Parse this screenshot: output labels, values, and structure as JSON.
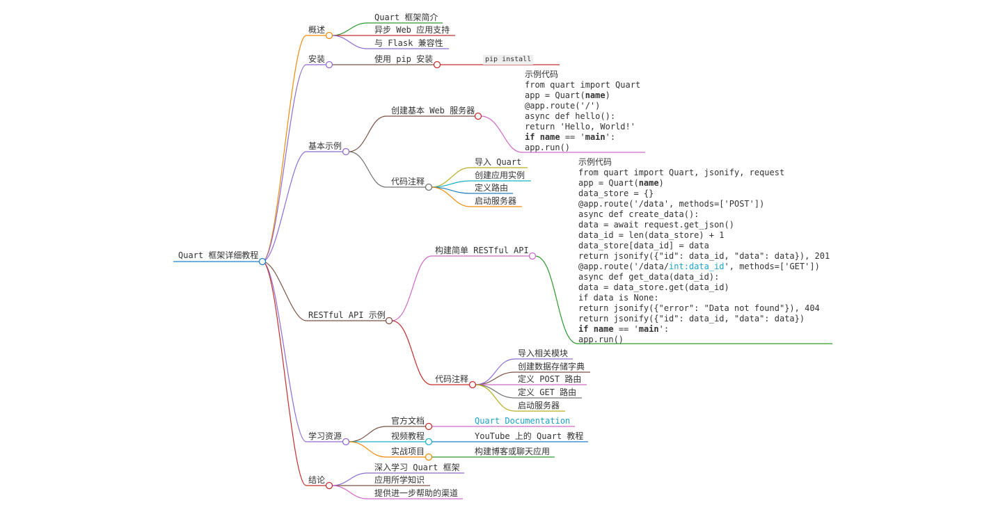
{
  "root": "Quart 框架详细教程",
  "colors": {
    "root": "#1e7fc8",
    "orange": "#f08a0b",
    "purple": "#8e6bd1",
    "brown": "#7b5243",
    "red": "#c62c2c",
    "green": "#2c9a2c",
    "pink": "#d068c8",
    "gray": "#707070",
    "olive": "#b8ad1e",
    "cyan": "#17b0c6"
  },
  "s1": {
    "title": "概述",
    "c1": "Quart 框架简介",
    "c2": "异步 Web 应用支持",
    "c3": "与 Flask 兼容性"
  },
  "s2": {
    "title": "安装",
    "c1": "使用 pip 安装",
    "c1a": "pip install"
  },
  "s3": {
    "title": "基本示例",
    "c1": "创建基本 Web 服务器",
    "code": {
      "l1": "示例代码",
      "l2": "from quart import Quart",
      "l3a": "app = Quart(",
      "l3b": "name",
      "l3c": ")",
      "l4": "@app.route('/')",
      "l5": "async def hello():",
      "l6": "return 'Hello, World!'",
      "l7a": "if ",
      "l7b": "name",
      "l7c": " == '",
      "l7d": "main",
      "l7e": "':",
      "l8": "app.run()"
    },
    "c2": "代码注释",
    "c2a": "导入 Quart",
    "c2b": "创建应用实例",
    "c2c": "定义路由",
    "c2d": "启动服务器"
  },
  "s4": {
    "title": "RESTful API 示例",
    "c1": "构建简单 RESTful API",
    "code": {
      "l1": "示例代码",
      "l2": "from quart import Quart, jsonify, request",
      "l3a": "app = Quart(",
      "l3b": "name",
      "l3c": ")",
      "l4": "data_store = {}",
      "l5": "@app.route('/data', methods=['POST'])",
      "l6": "async def create_data():",
      "l7": "data = await request.get_json()",
      "l8": "data_id = len(data_store) + 1",
      "l9": "data_store[data_id] = data",
      "l10": "return jsonify({\"id\": data_id, \"data\": data}), 201",
      "l11a": "@app.route('/data/",
      "l11b": "int:data_id",
      "l11c": "', methods=['GET'])",
      "l12": "async def get_data(data_id):",
      "l13": "data = data_store.get(data_id)",
      "l14": "if data is None:",
      "l15": "return jsonify({\"error\": \"Data not found\"}), 404",
      "l16": "return jsonify({\"id\": data_id, \"data\": data})",
      "l17a": "if ",
      "l17b": "name",
      "l17c": " == '",
      "l17d": "main",
      "l17e": "':",
      "l18": "app.run()"
    },
    "c2": "代码注释",
    "c2a": "导入相关模块",
    "c2b": "创建数据存储字典",
    "c2c": "定义 POST 路由",
    "c2d": "定义 GET 路由",
    "c2e": "启动服务器"
  },
  "s5": {
    "title": "学习资源",
    "c1": "官方文档",
    "c1a": "Quart Documentation",
    "c2": "视频教程",
    "c2a": "YouTube 上的 Quart 教程",
    "c3": "实战项目",
    "c3a": "构建博客或聊天应用"
  },
  "s6": {
    "title": "结论",
    "c1": "深入学习 Quart 框架",
    "c2": "应用所学知识",
    "c3": "提供进一步帮助的渠道"
  }
}
